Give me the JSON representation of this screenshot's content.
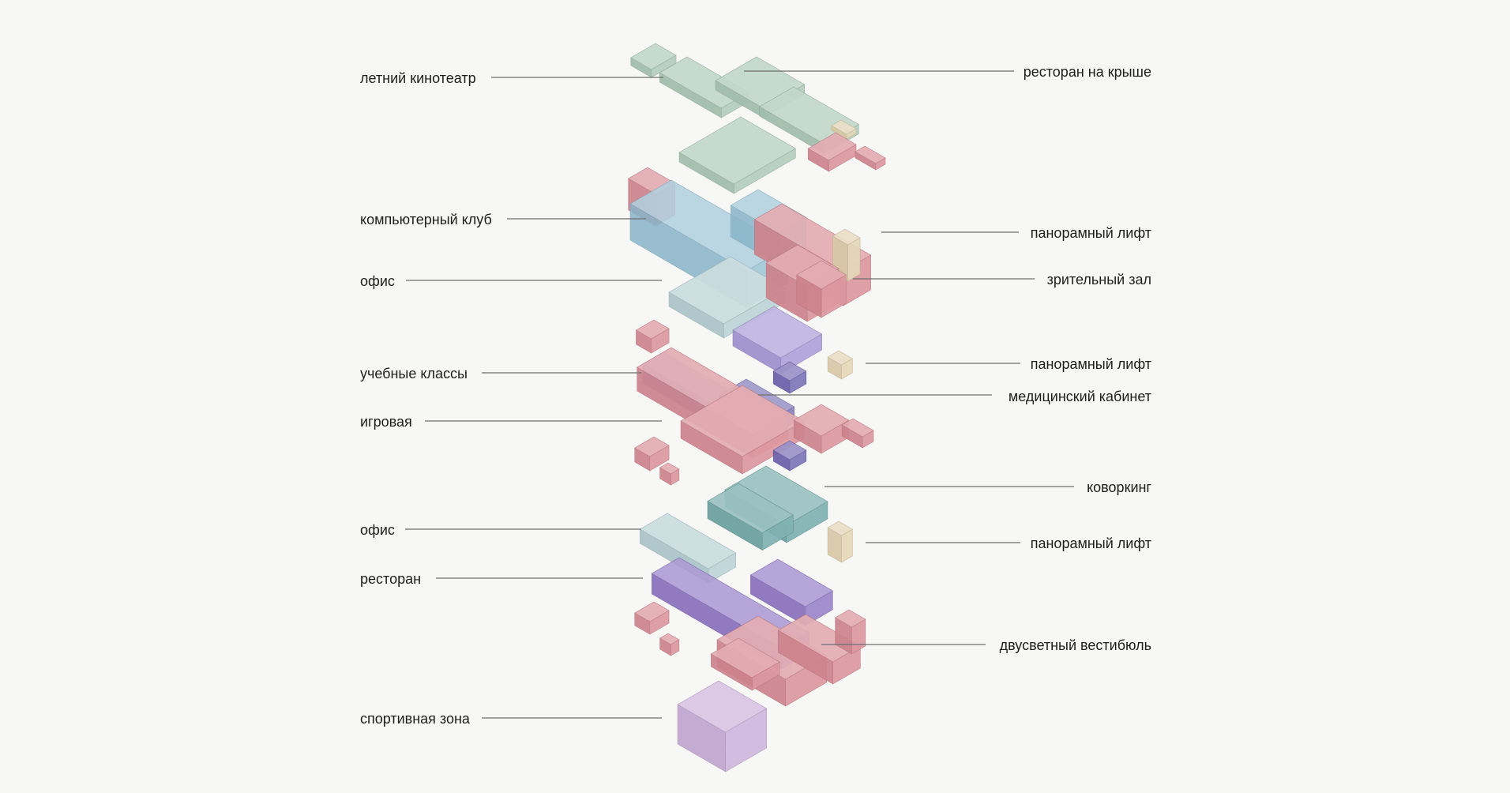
{
  "labels": {
    "summer_cinema": "летний кинотеатр",
    "rooftop_restaurant": "ресторан на крыше",
    "computer_club": "компьютерный клуб",
    "panoramic_lift_1": "панорамный лифт",
    "office_upper": "офис",
    "auditorium": "зрительный зал",
    "panoramic_lift_2": "панорамный лифт",
    "classrooms": "учебные классы",
    "medical_office": "медицинский кабинет",
    "playroom": "игровая",
    "coworking": "коворкинг",
    "office_lower": "офис",
    "panoramic_lift_3": "панорамный лифт",
    "restaurant": "ресторан",
    "double_height_lobby": "двусветный вестибюль",
    "sports_zone": "спортивная зона"
  },
  "colors": {
    "background": "#f7f7f6",
    "green_roof": "#a9c7b4",
    "pink_core": "#d88a93",
    "blue_club": "#8fbdd2",
    "office_blue": "#b4cfd3",
    "lavender": "#a595d6",
    "classroom_blue": "#7f8fd0",
    "medical_violet": "#6e64b0",
    "coworking_teal": "#6fa8a7",
    "restaurant_violet": "#8a6fc2",
    "sports_lilac": "#c9acd8",
    "lift_beige": "#e3d3b0",
    "text": "#1e1e1e",
    "leader": "#6e6e6e"
  }
}
